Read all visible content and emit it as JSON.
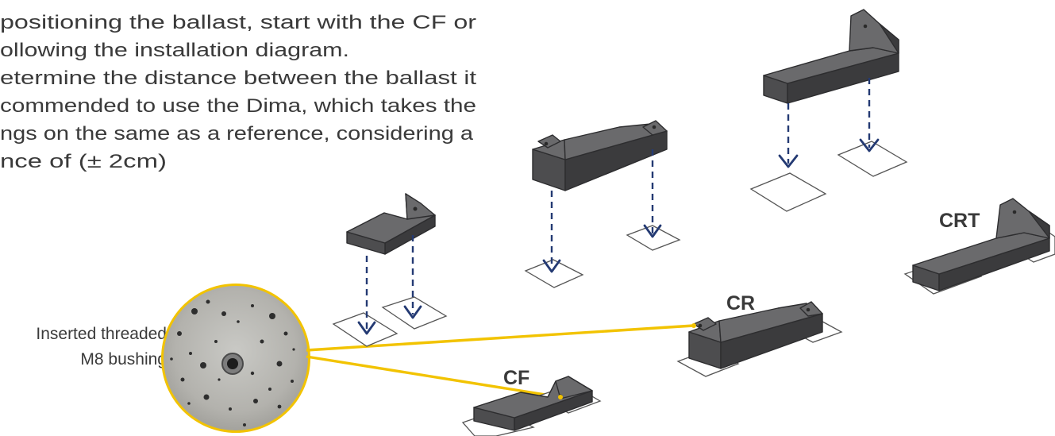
{
  "intro": {
    "lines": [
      " positioning the ballast, start with the CF or",
      "ollowing the installation diagram.",
      "etermine the distance between the ballast it",
      "commended to use the Dima, which takes the",
      "ngs on the same as a reference, considering a",
      "nce of (± 2cm)"
    ]
  },
  "callout": {
    "line1": "Inserted threaded",
    "line2": "M8 bushing"
  },
  "labels": {
    "cf": "CF",
    "cr": "CR",
    "crt": "CRT"
  },
  "colors": {
    "ballast": "#4d4d4f",
    "arrow": "#243a73",
    "leader": "#f2c300"
  }
}
